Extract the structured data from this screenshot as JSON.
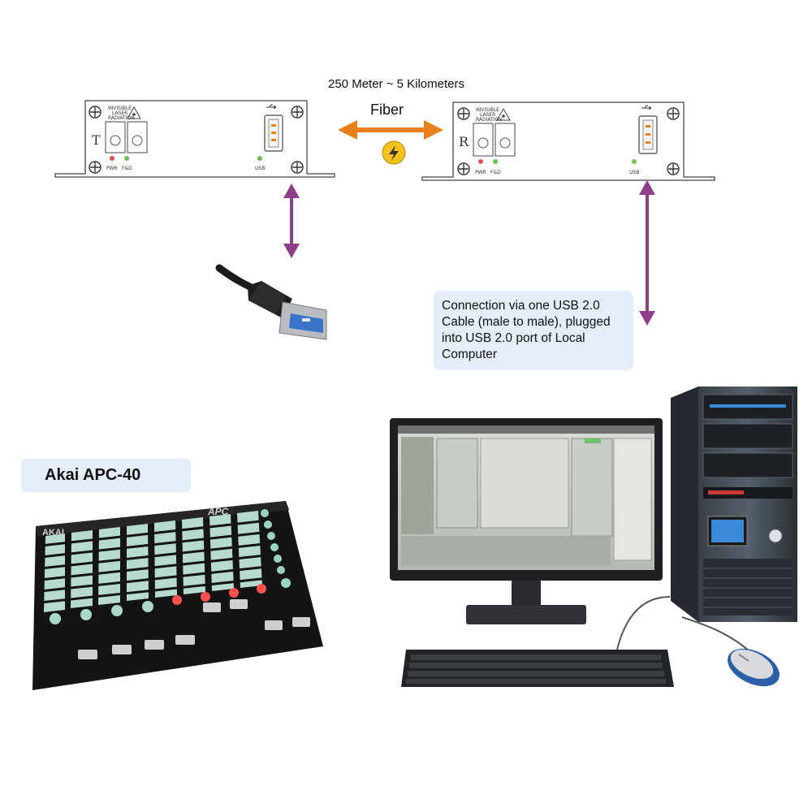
{
  "distance_label": "250 Meter ~ 5 Kilometers",
  "fiber_label": "Fiber",
  "transmitter": {
    "letter": "T",
    "warning_text": [
      "INVISIBLE",
      "LASER",
      "RADIATION"
    ],
    "led_pwr": "PWR",
    "led_fd": "F&D",
    "usb_label": "USB"
  },
  "receiver": {
    "letter": "R",
    "warning_text": [
      "INVISIBLE",
      "LASER",
      "RADIATION"
    ],
    "led_pwr": "PWR",
    "led_fd": "F&D",
    "usb_label": "USB"
  },
  "callout_text": "Connection via one USB 2.0 Cable (male to male), plugged into USB 2.0 port of Local Computer",
  "controller_label": "Akai APC-40",
  "controller_brand": "AKAI",
  "controller_logo": "APC",
  "colors": {
    "fiber_arrow": "#e8801c",
    "usb_arrow": "#8e3e8a",
    "callout_bg": "#e3eef8",
    "usb_connector_blue": "#3a74c8"
  }
}
